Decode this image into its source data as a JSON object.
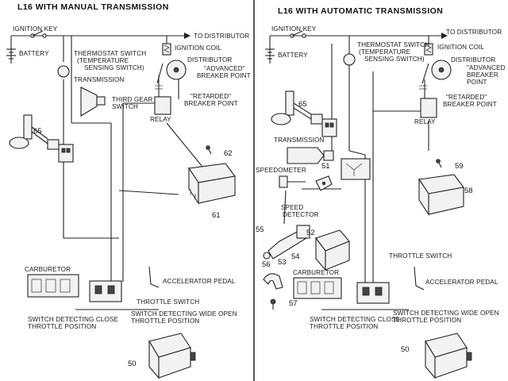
{
  "manual": {
    "title": "L16 WITH MANUAL TRANSMISSION",
    "ignition_key": "IGNITION KEY",
    "to_distributor": "TO DISTRIBUTOR",
    "ignition_coil": "IGNITION COIL",
    "battery": "BATTERY",
    "thermostat_1": "THERMOSTAT SWITCH",
    "thermostat_2": "(TEMPERATURE",
    "thermostat_3": "SENSING SWITCH)",
    "distributor": "DISTRIBUTOR",
    "advanced_1": "\"ADVANCED\"",
    "advanced_2": "BREAKER POINT",
    "transmission": "TRANSMISSION",
    "third_gear_1": "THIRD GEAR",
    "third_gear_2": "SWITCH",
    "retarded_1": "\"RETARDED\"",
    "retarded_2": "BREAKER POINT",
    "relay": "RELAY",
    "n65": "65",
    "n62": "62",
    "n61": "61",
    "carburetor": "CARBURETOR",
    "accelerator": "ACCELERATOR PEDAL",
    "throttle_switch": "THROTTLE SWITCH",
    "close_1": "SWITCH DETECTING CLOSE",
    "close_2": "THROTTLE POSITION",
    "wide_1": "SWITCH DETECTING WIDE OPEN",
    "wide_2": "THROTTLE POSITION",
    "n50": "50"
  },
  "automatic": {
    "title": "L16 WITH AUTOMATIC TRANSMISSION",
    "ignition_key": "IGNITION KEY",
    "to_distributor": "TO DISTRIBUTOR",
    "ignition_coil": "IGNITION COIL",
    "battery": "BATTERY",
    "thermostat_1": "THERMOSTAT SWITCH",
    "thermostat_2": "(TEMPERATURE",
    "thermostat_3": "SENSING SWITCH)",
    "distributor": "DISTRIBUTOR",
    "advanced_1": "\"ADVANCED",
    "advanced_2": "BREAKER",
    "advanced_3": "POINT",
    "retarded_1": "\"RETARDED\"",
    "retarded_2": "BREAKER POINT",
    "relay": "RELAY",
    "n65": "65",
    "transmission": "TRANSMISSION",
    "speedometer": "SPEEDOMETER",
    "n51": "51",
    "n59": "59",
    "n58": "58",
    "speed_1": "SPEED",
    "speed_2": "DETECTOR",
    "n55": "55",
    "n52": "52",
    "n54": "54",
    "n53": "53",
    "n56": "56",
    "n57": "57",
    "carburetor": "CARBURETOR",
    "throttle_switch": "THROTTLE SWITCH",
    "accelerator": "ACCELERATOR PEDAL",
    "close_1": "SWITCH DETECTING CLOSE",
    "close_2": "THROTTLE POSITION",
    "wide_1": "SWITCH DETECTING WIDE OPEN",
    "wide_2": "THROTTLE POSITION",
    "n50": "50"
  }
}
